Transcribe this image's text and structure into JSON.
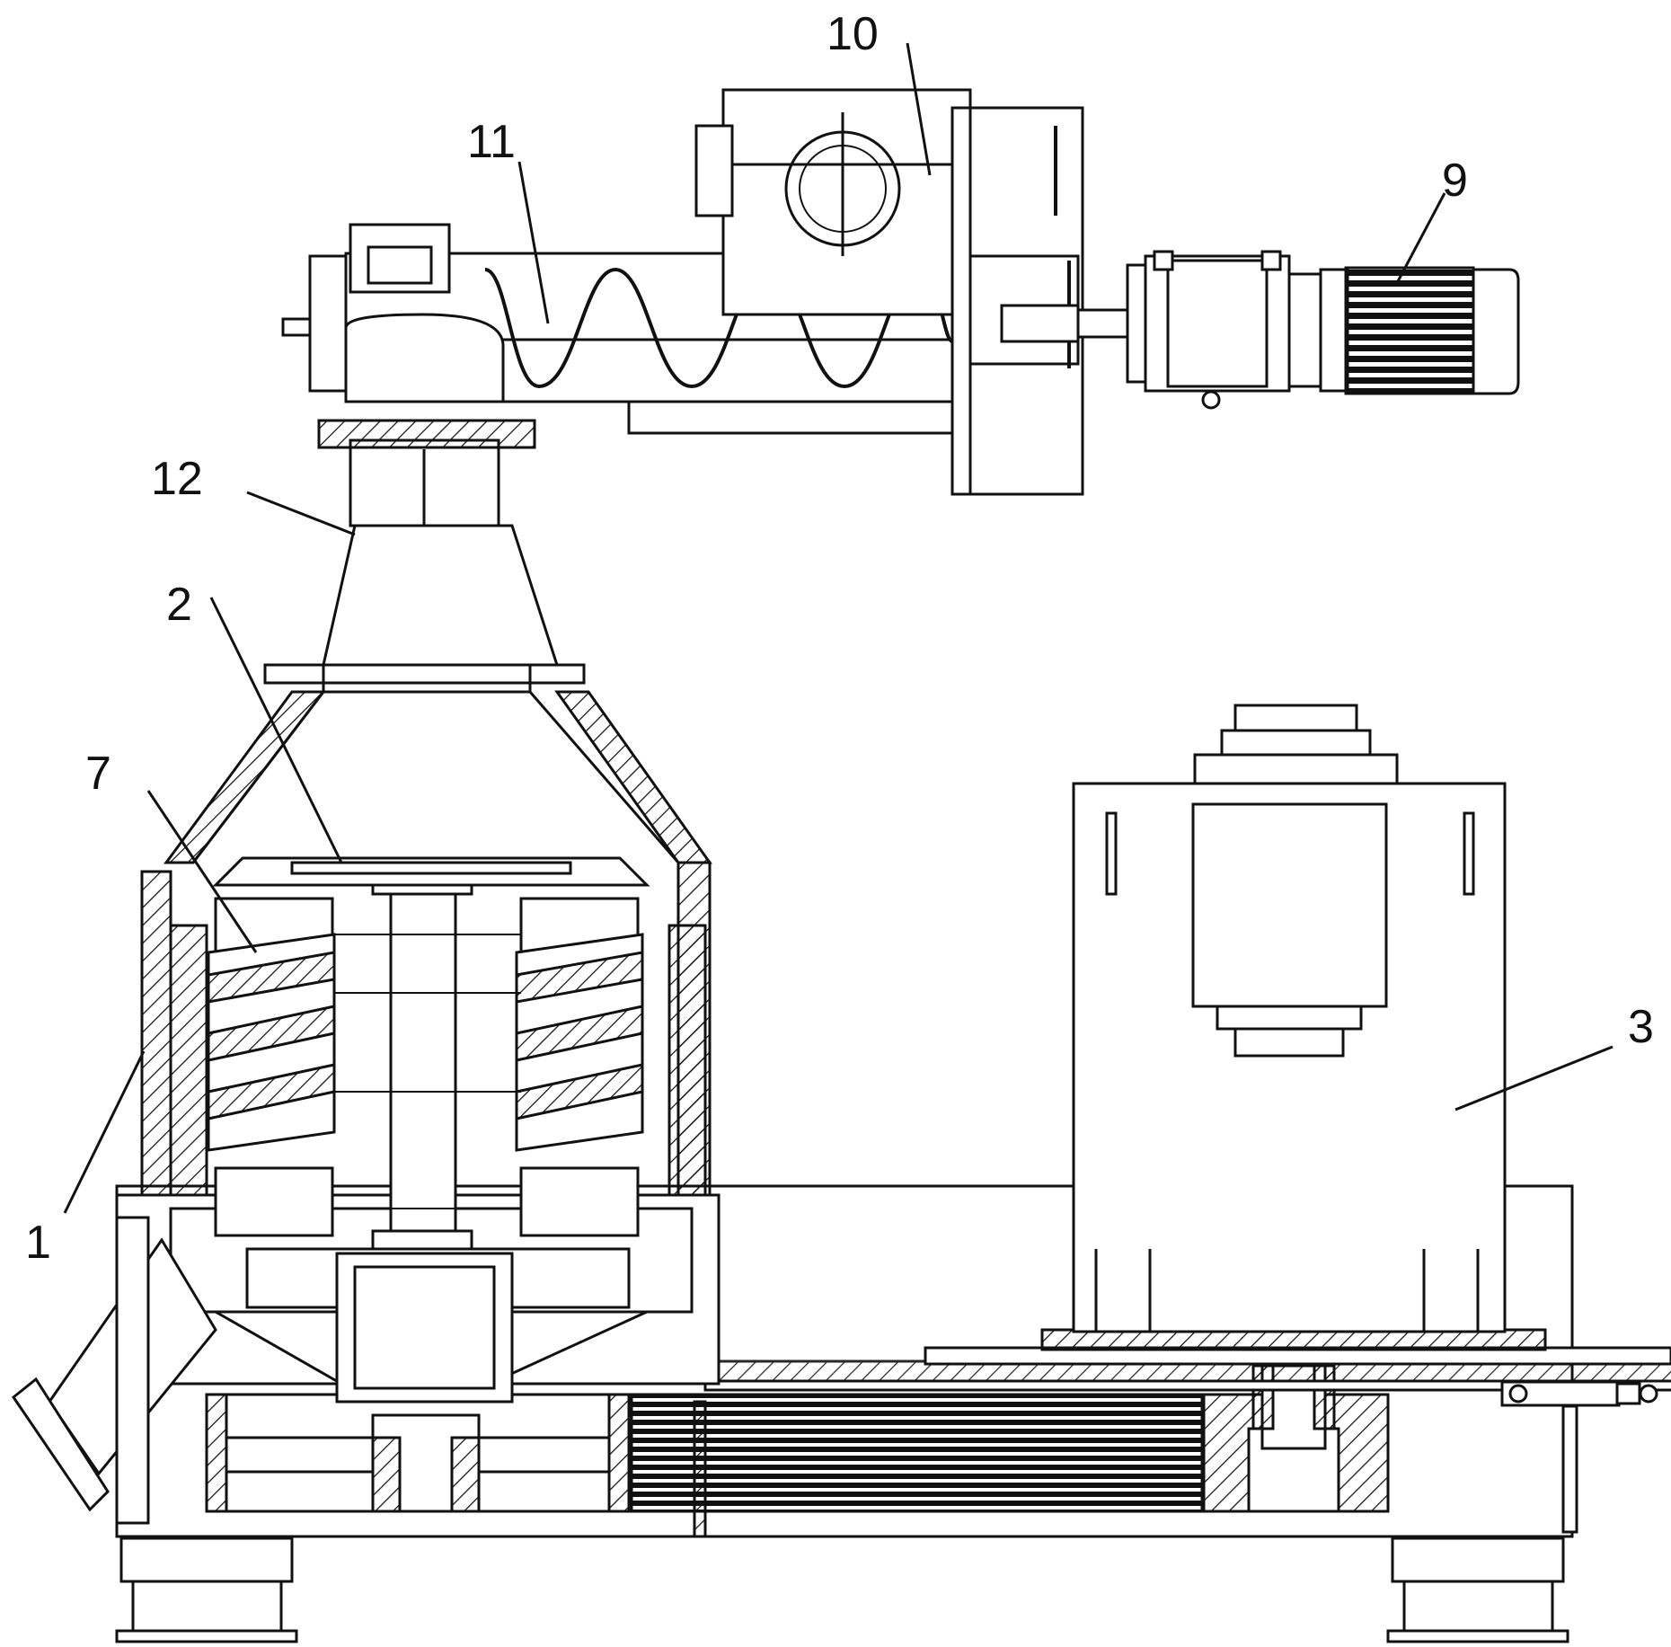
{
  "labels": {
    "l1": "1",
    "l2": "2",
    "l3": "3",
    "l7": "7",
    "l9": "9",
    "l10": "10",
    "l11": "11",
    "l12": "12"
  }
}
